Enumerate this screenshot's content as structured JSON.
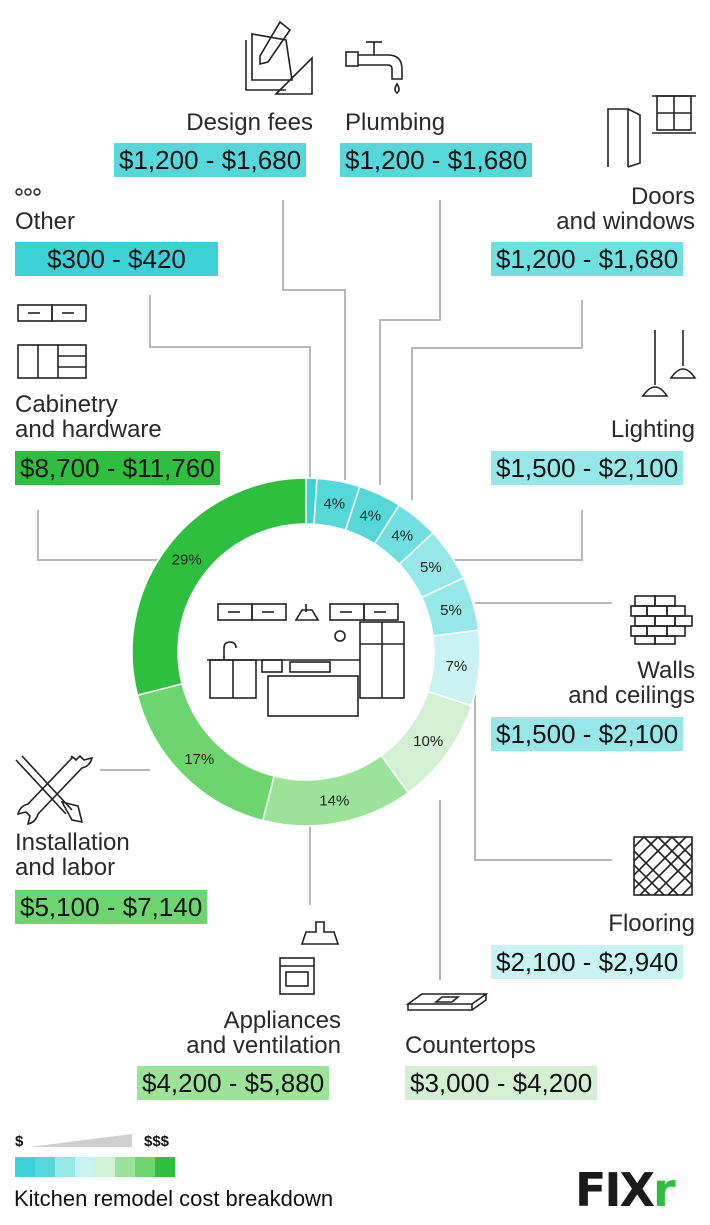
{
  "chart_data": {
    "type": "donut",
    "title": "Kitchen remodel cost breakdown",
    "segments": [
      {
        "name": "Other",
        "percent": 1,
        "range": "$300 - $420",
        "color": "#3bd1d6"
      },
      {
        "name": "Design fees",
        "percent": 4,
        "label": "4%",
        "range": "$1,200 - $1,680",
        "color": "#56d8db"
      },
      {
        "name": "Plumbing",
        "percent": 4,
        "label": "4%",
        "range": "$1,200 - $1,680",
        "color": "#56d8db"
      },
      {
        "name": "Doors and windows",
        "percent": 4,
        "label": "4%",
        "range": "$1,200 - $1,680",
        "color": "#6fdfe0"
      },
      {
        "name": "Lighting",
        "percent": 5,
        "label": "5%",
        "range": "$1,500 - $2,100",
        "color": "#96e8e8"
      },
      {
        "name": "Walls and ceilings",
        "percent": 5,
        "label": "5%",
        "range": "$1,500 - $2,100",
        "color": "#96e8e8"
      },
      {
        "name": "Flooring",
        "percent": 7,
        "label": "7%",
        "range": "$2,100 - $2,940",
        "color": "#c9f3f2"
      },
      {
        "name": "Countertops",
        "percent": 10,
        "label": "10%",
        "range": "$3,000 - $4,200",
        "color": "#d3f1d2"
      },
      {
        "name": "Appliances and ventilation",
        "percent": 14,
        "label": "14%",
        "range": "$4,200 - $5,880",
        "color": "#9ce39a"
      },
      {
        "name": "Installation and labor",
        "percent": 17,
        "label": "17%",
        "range": "$5,100 - $7,140",
        "color": "#6cd56e"
      },
      {
        "name": "Cabinetry and hardware",
        "percent": 29,
        "label": "29%",
        "range": "$8,700 - $11,760",
        "color": "#2fbf3f"
      }
    ]
  },
  "labels": {
    "design": "Design fees",
    "plumbing": "Plumbing",
    "other": "Other",
    "doors_1": "Doors",
    "doors_2": "and windows",
    "cabinetry_1": "Cabinetry",
    "cabinetry_2": "and hardware",
    "lighting": "Lighting",
    "walls_1": "Walls",
    "walls_2": "and ceilings",
    "installation_1": "Installation",
    "installation_2": "and labor",
    "flooring": "Flooring",
    "appliances_1": "Appliances",
    "appliances_2": "and ventilation",
    "countertops": "Countertops"
  },
  "prices": {
    "design": "$1,200 - $1,680",
    "plumbing": "$1,200 - $1,680",
    "other": "$300 - $420",
    "doors": "$1,200 - $1,680",
    "cabinetry": "$8,700 - $11,760",
    "lighting": "$1,500 - $2,100",
    "walls": "$1,500 - $2,100",
    "installation": "$5,100 - $7,140",
    "flooring": "$2,100 - $2,940",
    "appliances": "$4,200 - $5,880",
    "countertops": "$3,000 - $4,200"
  },
  "legend": {
    "low": "$",
    "high": "$$$",
    "swatches": [
      "#3bd1d6",
      "#56d8db",
      "#96e8e8",
      "#c9f3f2",
      "#d3f1d2",
      "#9ce39a",
      "#6cd56e",
      "#2fbf3f"
    ]
  },
  "logo": {
    "main": "FIX",
    "accent": "r"
  },
  "icons": [
    "ellipsis-icon",
    "design-tools-icon",
    "faucet-icon",
    "door-window-icon",
    "cabinet-icon",
    "pendant-lamp-icon",
    "brick-wall-icon",
    "wrench-screwdriver-icon",
    "parquet-floor-icon",
    "range-hood-stove-icon",
    "countertop-icon",
    "kitchen-icon"
  ]
}
